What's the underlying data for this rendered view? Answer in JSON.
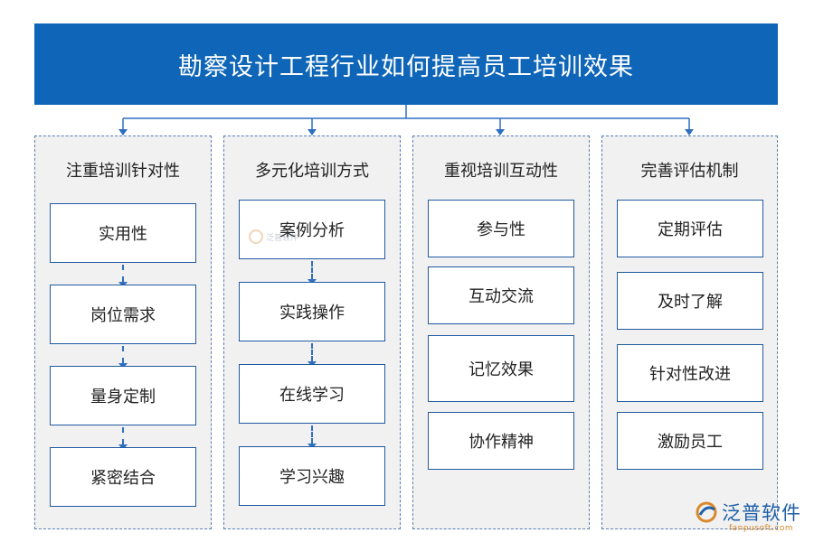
{
  "title": "勘察设计工程行业如何提高员工培训效果",
  "columns": [
    {
      "title": "注重培训针对性",
      "items": [
        "实用性",
        "岗位需求",
        "量身定制",
        "紧密结合"
      ]
    },
    {
      "title": "多元化培训方式",
      "items": [
        "案例分析",
        "实践操作",
        "在线学习",
        "学习兴趣"
      ]
    },
    {
      "title": "重视培训互动性",
      "items": [
        "参与性",
        "互动交流",
        "记忆效果",
        "协作精神"
      ]
    },
    {
      "title": "完善评估机制",
      "items": [
        "定期评估",
        "及时了解",
        "针对性改进",
        "激励员工"
      ]
    }
  ],
  "logo": {
    "name": "泛普软件",
    "url": "fanpusoft.com"
  },
  "watermark": {
    "text": "泛普软件"
  },
  "colors": {
    "title_bg": "#0f66b8",
    "connector": "#2f6fc0",
    "box_border": "#1f5aa0",
    "column_bg": "#f1f1f1"
  }
}
